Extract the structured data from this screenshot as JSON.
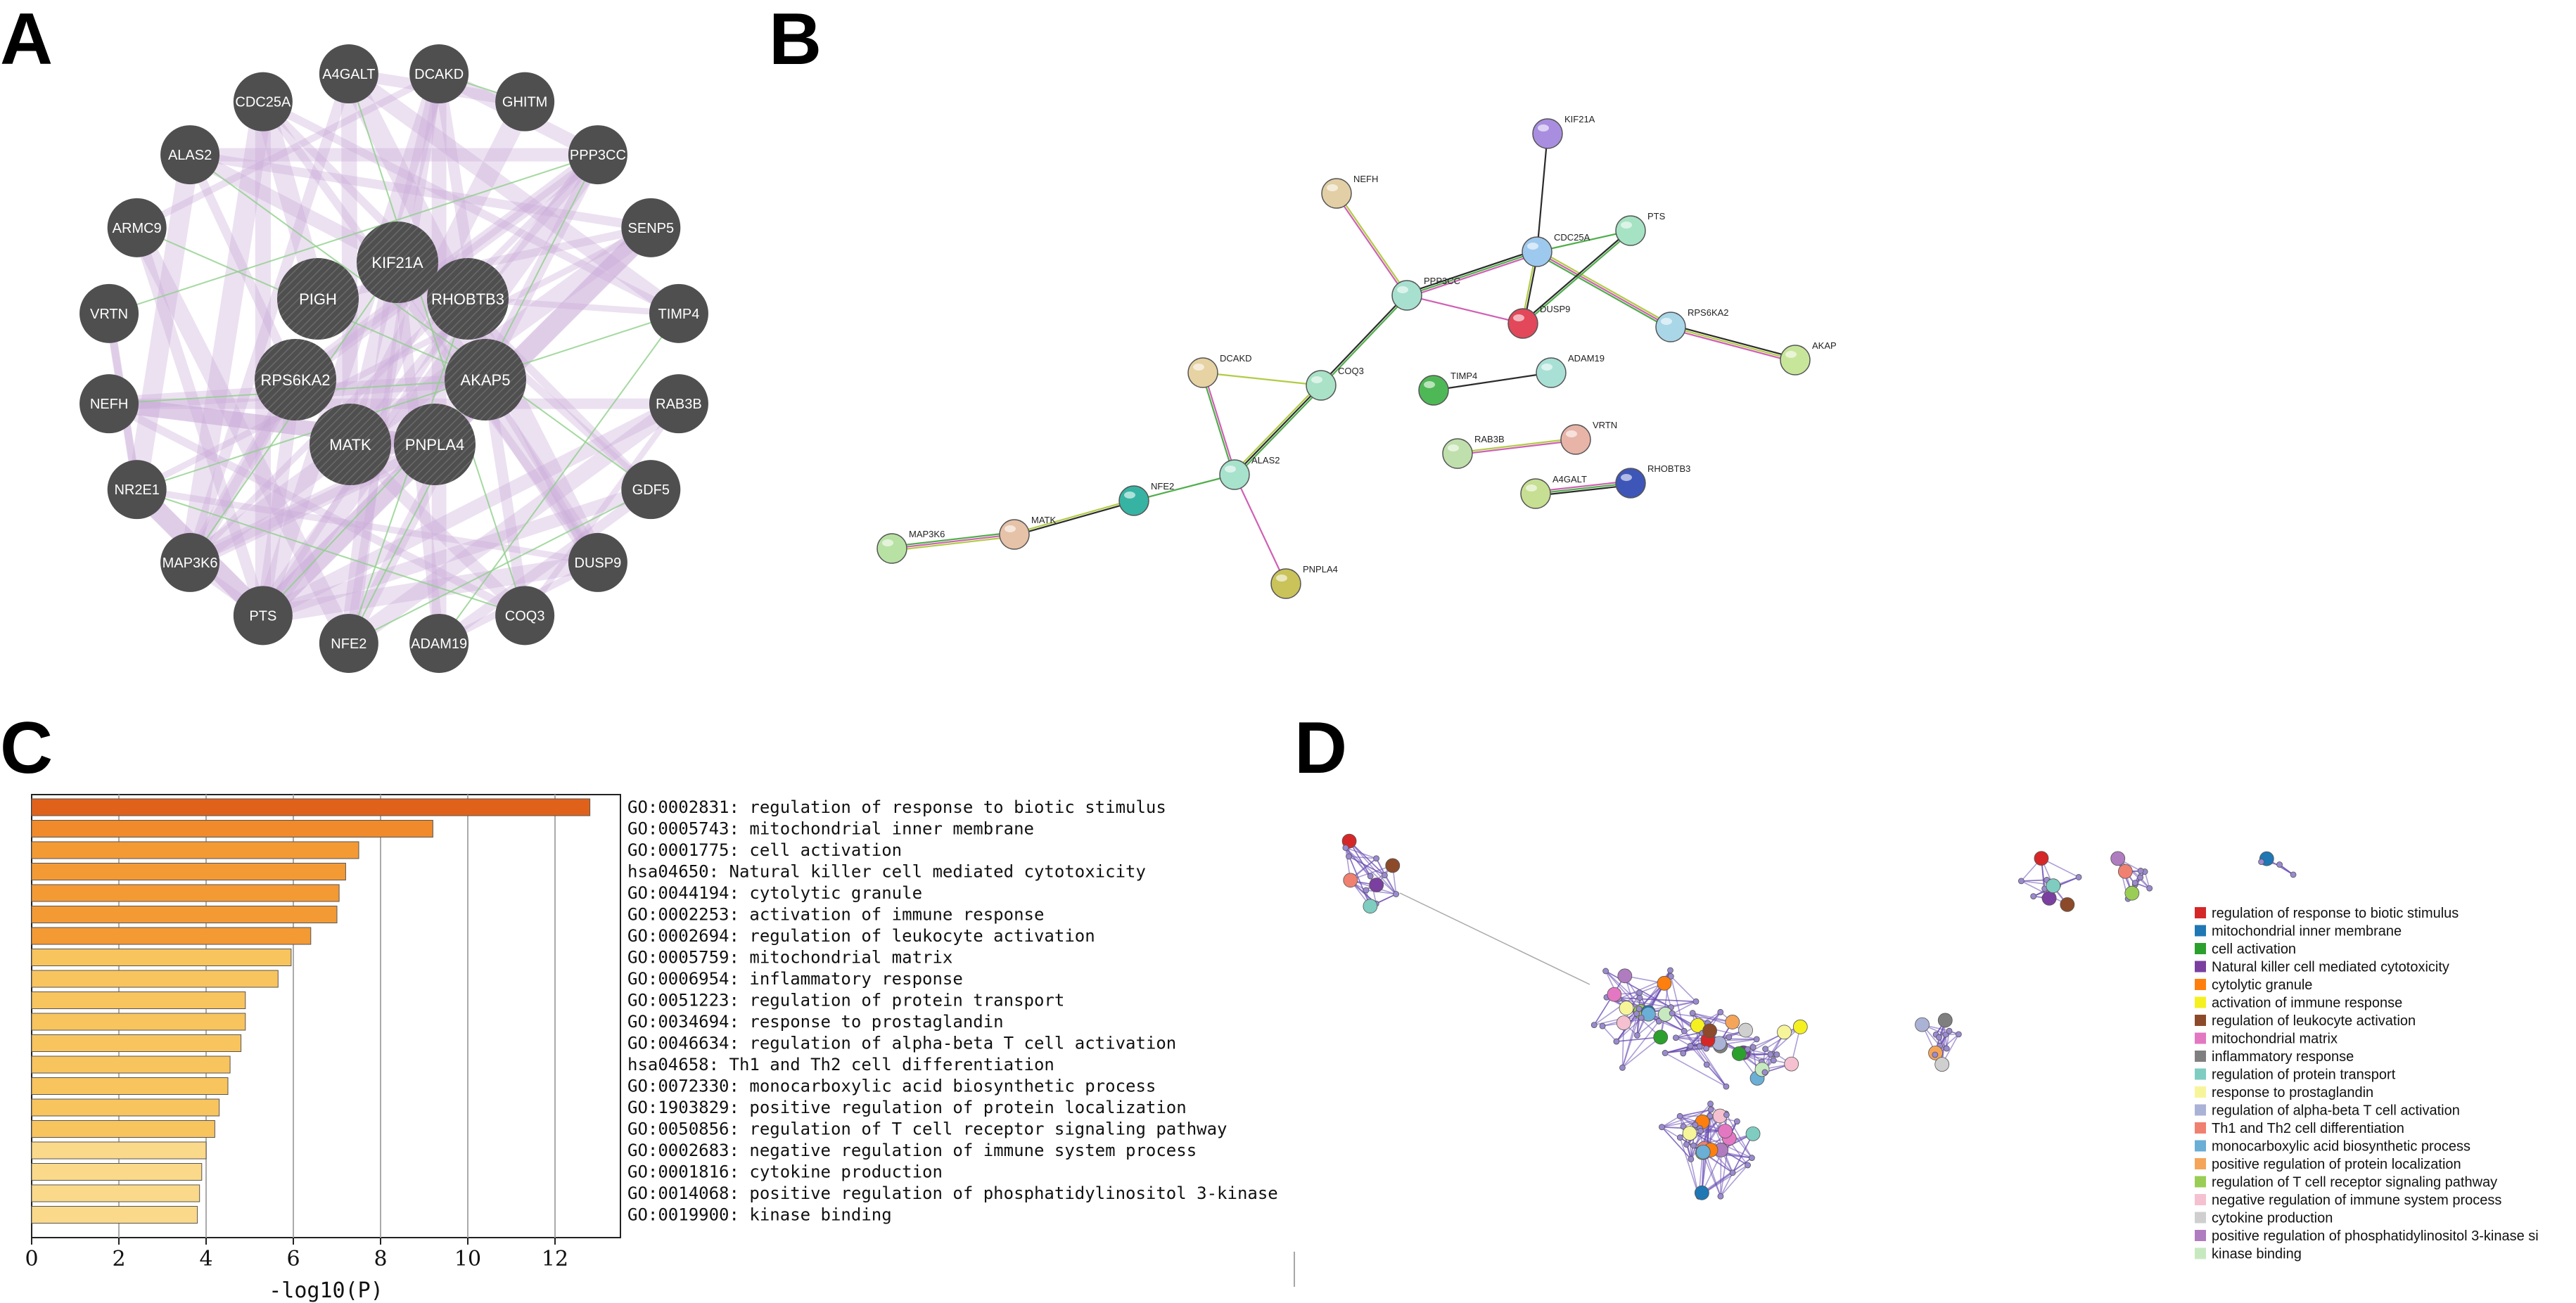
{
  "panels": {
    "a": "A",
    "b": "B",
    "c": "C",
    "d": "D"
  },
  "panel_a": {
    "outer_nodes": [
      "DCAKD",
      "GHITM",
      "PPP3CC",
      "SENP5",
      "TIMP4",
      "RAB3B",
      "GDF5",
      "DUSP9",
      "COQ3",
      "ADAM19",
      "NFE2",
      "PTS",
      "MAP3K6",
      "NR2E1",
      "NEFH",
      "VRTN",
      "ARMC9",
      "ALAS2",
      "CDC25A",
      "A4GALT"
    ],
    "inner_nodes": [
      "KIF21A",
      "PIGH",
      "RHOBTB3",
      "RPS6KA2",
      "AKAP5",
      "MATK",
      "PNPLA4"
    ],
    "colors": {
      "node": "#4f4f4f",
      "coexpression_edge": "#c8a8d6",
      "genetic_edge": "#8fd08a",
      "label": "#ffffff"
    }
  },
  "panel_b": {
    "nodes": [
      {
        "id": "KIF21A",
        "color": "#a98ee0"
      },
      {
        "id": "NEFH",
        "color": "#e3cfa6"
      },
      {
        "id": "CDC25A",
        "color": "#9ec9ee"
      },
      {
        "id": "PTS",
        "color": "#a6e3c4"
      },
      {
        "id": "PPP3CC",
        "color": "#a8e0cf"
      },
      {
        "id": "DUSP9",
        "color": "#e2475a"
      },
      {
        "id": "RPS6KA2",
        "color": "#a9d7e8"
      },
      {
        "id": "AKAP",
        "color": "#c8e69a"
      },
      {
        "id": "DCAKD",
        "color": "#e6d2a2"
      },
      {
        "id": "COQ3",
        "color": "#a9e2c6"
      },
      {
        "id": "TIMP4",
        "color": "#4fb856"
      },
      {
        "id": "ADAM19",
        "color": "#a8e0d6"
      },
      {
        "id": "RAB3B",
        "color": "#bfe0ac"
      },
      {
        "id": "VRTN",
        "color": "#e8b4a8"
      },
      {
        "id": "A4GALT",
        "color": "#c6df92"
      },
      {
        "id": "RHOBTB3",
        "color": "#3e56b8"
      },
      {
        "id": "ALAS2",
        "color": "#a6e2cc"
      },
      {
        "id": "NFE2",
        "color": "#36b3a3"
      },
      {
        "id": "MATK",
        "color": "#e6c2a8"
      },
      {
        "id": "MAP3K6",
        "color": "#b8e2a4"
      },
      {
        "id": "PNPLA4",
        "color": "#c9c35a"
      }
    ],
    "edges": [
      [
        "KIF21A",
        "CDC25A"
      ],
      [
        "NEFH",
        "PPP3CC"
      ],
      [
        "CDC25A",
        "PPP3CC"
      ],
      [
        "CDC25A",
        "PTS"
      ],
      [
        "CDC25A",
        "DUSP9"
      ],
      [
        "CDC25A",
        "RPS6KA2"
      ],
      [
        "PPP3CC",
        "DUSP9"
      ],
      [
        "PPP3CC",
        "COQ3"
      ],
      [
        "RPS6KA2",
        "AKAP"
      ],
      [
        "DCAKD",
        "COQ3"
      ],
      [
        "DCAKD",
        "ALAS2"
      ],
      [
        "COQ3",
        "ALAS2"
      ],
      [
        "TIMP4",
        "ADAM19"
      ],
      [
        "RAB3B",
        "VRTN"
      ],
      [
        "A4GALT",
        "RHOBTB3"
      ],
      [
        "ALAS2",
        "NFE2"
      ],
      [
        "NFE2",
        "MATK"
      ],
      [
        "MATK",
        "MAP3K6"
      ],
      [
        "ALAS2",
        "PNPLA4"
      ],
      [
        "PTS",
        "DUSP9"
      ]
    ]
  },
  "chart_data": {
    "type": "bar",
    "orientation": "horizontal",
    "xlabel": "-log10(P)",
    "xlim": [
      0,
      13.5
    ],
    "xticks": [
      0,
      2,
      4,
      6,
      8,
      10,
      12
    ],
    "grid": true,
    "categories": [
      "GO:0002831: regulation of response to biotic stimulus",
      "GO:0005743: mitochondrial inner membrane",
      "GO:0001775: cell activation",
      "hsa04650: Natural killer cell mediated cytotoxicity",
      "GO:0044194: cytolytic granule",
      "GO:0002253: activation of immune response",
      "GO:0002694: regulation of leukocyte activation",
      "GO:0005759: mitochondrial matrix",
      "GO:0006954: inflammatory response",
      "GO:0051223: regulation of protein transport",
      "GO:0034694: response to prostaglandin",
      "GO:0046634: regulation of alpha-beta T cell activation",
      "hsa04658: Th1 and Th2 cell differentiation",
      "GO:0072330: monocarboxylic acid biosynthetic process",
      "GO:1903829: positive regulation of protein localization",
      "GO:0050856: regulation of T cell receptor signaling pathway",
      "GO:0002683: negative regulation of immune system process",
      "GO:0001816: cytokine production",
      "GO:0014068: positive regulation of phosphatidylinositol 3-kinase",
      "GO:0019900: kinase binding"
    ],
    "values": [
      12.8,
      9.2,
      7.5,
      7.2,
      7.05,
      7.0,
      6.4,
      5.95,
      5.65,
      4.9,
      4.9,
      4.8,
      4.55,
      4.5,
      4.3,
      4.2,
      4.0,
      3.9,
      3.85,
      3.8
    ],
    "colors": [
      "#e0621a",
      "#f08a2a",
      "#f39a35",
      "#f39a35",
      "#f39a35",
      "#f39a35",
      "#f39a35",
      "#f8c45e",
      "#f8c45e",
      "#f8c45e",
      "#f8c45e",
      "#f8c45e",
      "#f8c45e",
      "#f8c45e",
      "#f8c45e",
      "#f8c45e",
      "#fad98a",
      "#fad98a",
      "#fad98a",
      "#fad98a"
    ]
  },
  "panel_d": {
    "legend": [
      {
        "label": "regulation of response to biotic stimulus",
        "color": "#d62728"
      },
      {
        "label": "mitochondrial inner membrane",
        "color": "#1f77b4"
      },
      {
        "label": "cell activation",
        "color": "#2ca02c"
      },
      {
        "label": "Natural killer cell mediated cytotoxicity",
        "color": "#7b3fa0"
      },
      {
        "label": "cytolytic granule",
        "color": "#ff7f0e"
      },
      {
        "label": "activation of immune response",
        "color": "#f5f020"
      },
      {
        "label": "regulation of leukocyte activation",
        "color": "#8c4a2a"
      },
      {
        "label": "mitochondrial matrix",
        "color": "#e377c2"
      },
      {
        "label": "inflammatory response",
        "color": "#7f7f7f"
      },
      {
        "label": "regulation of protein transport",
        "color": "#7ecdc0"
      },
      {
        "label": "response to prostaglandin",
        "color": "#f7f59a"
      },
      {
        "label": "regulation of alpha-beta T cell activation",
        "color": "#aab2d6"
      },
      {
        "label": "Th1 and Th2 cell differentiation",
        "color": "#f08070"
      },
      {
        "label": "monocarboxylic acid biosynthetic process",
        "color": "#6baed6"
      },
      {
        "label": "positive regulation of protein localization",
        "color": "#f5a55a"
      },
      {
        "label": "regulation of T cell receptor signaling pathway",
        "color": "#9acd55"
      },
      {
        "label": "negative regulation of immune system process",
        "color": "#f5c0d0"
      },
      {
        "label": "cytokine production",
        "color": "#cfcfcf"
      },
      {
        "label": "positive regulation of phosphatidylinositol 3-kinase si",
        "color": "#b07cc0"
      },
      {
        "label": "kinase binding",
        "color": "#c7e9c0"
      }
    ],
    "edge_color": "#6a4fb5"
  }
}
